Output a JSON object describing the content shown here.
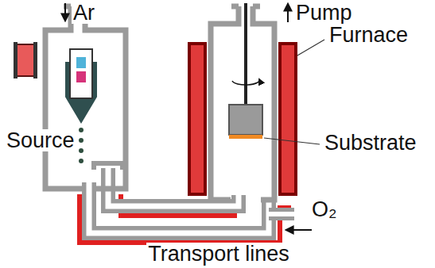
{
  "diagram": {
    "labels": [
      "Ar",
      "Pump",
      "Source",
      "Furnace",
      "Substrate",
      "O₂",
      "Transport lines"
    ]
  }
}
